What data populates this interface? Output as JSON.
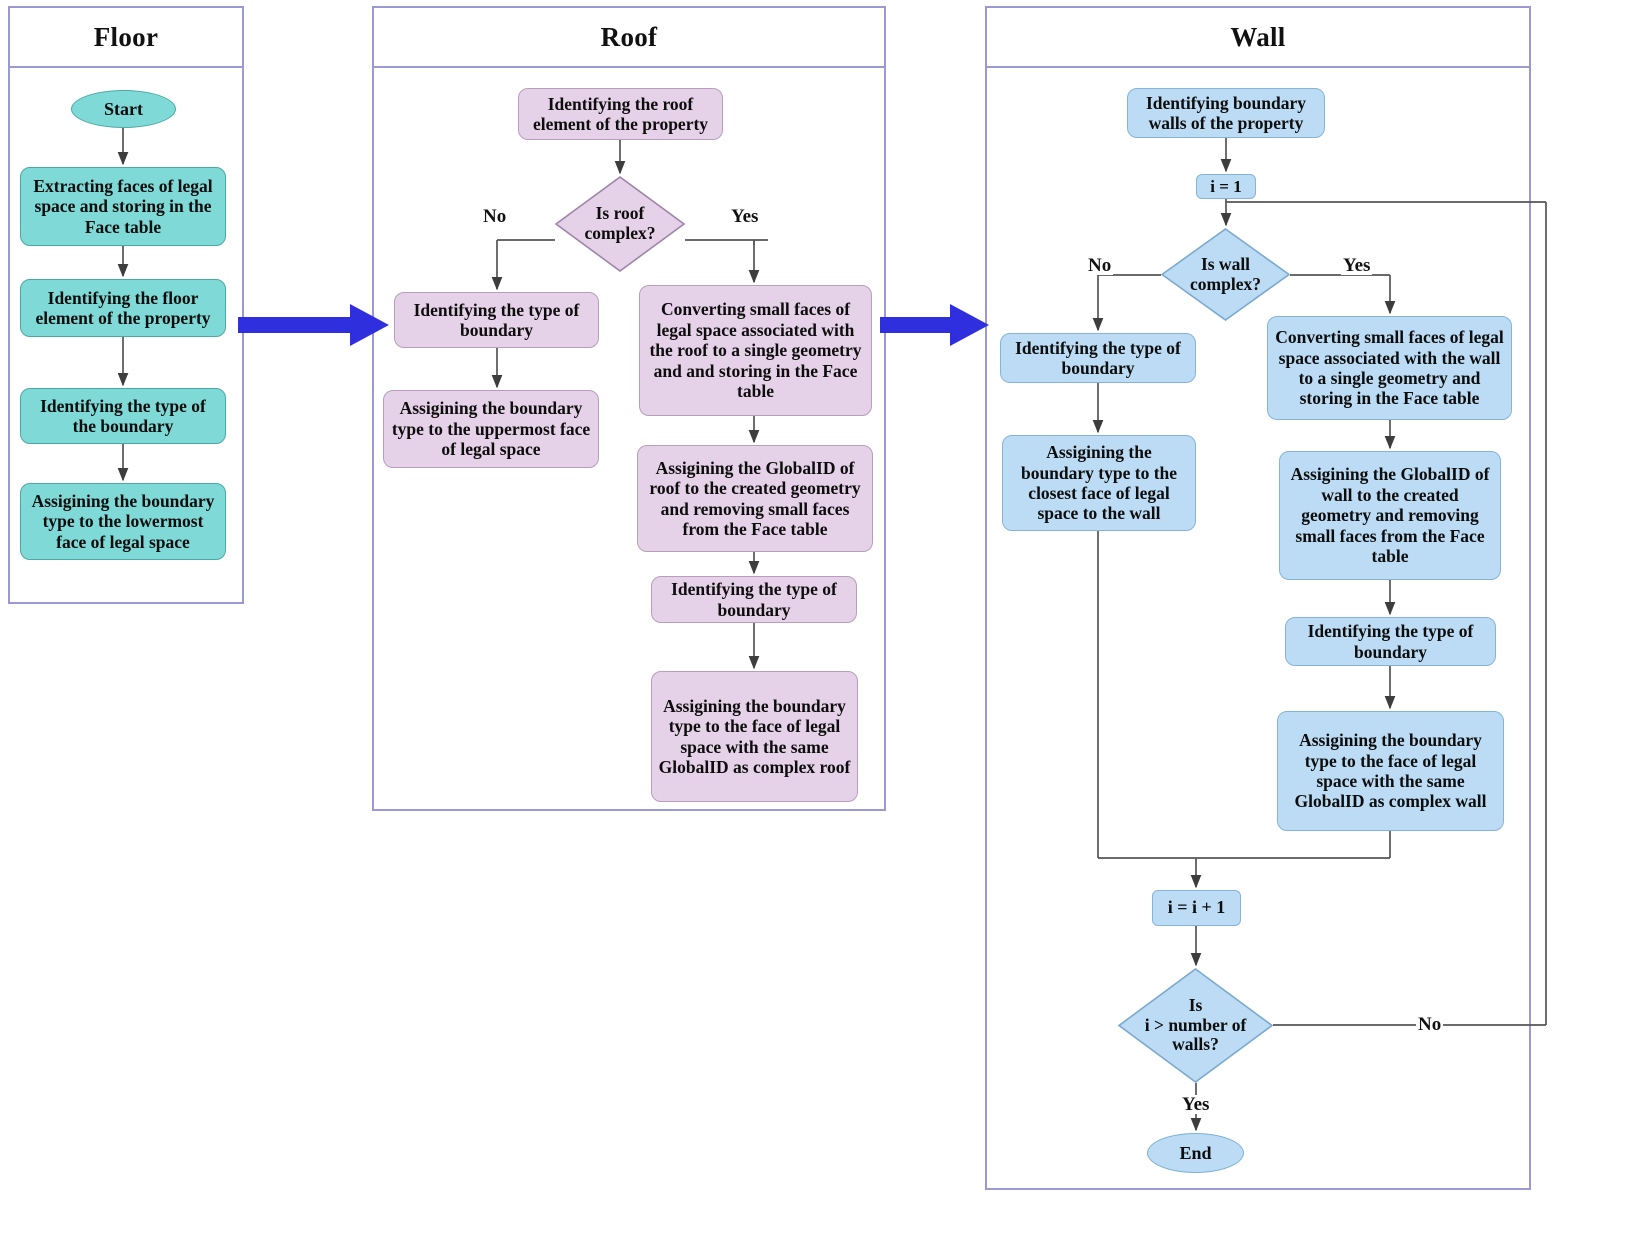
{
  "diagram": {
    "title_colors": {
      "floor_fill": "#7fd9d6",
      "roof_fill": "#e6d2e8",
      "wall_fill": "#bcdcf5",
      "panel_border": "#9a9ad0",
      "connector_arrow": "#2f2fdd",
      "edge_stroke": "#555555"
    }
  },
  "floor": {
    "title": "Floor",
    "start": "Start",
    "nodes": [
      "Extracting faces of legal space and storing in the Face table",
      "Identifying the floor element of the property",
      "Identifying the type of the boundary",
      "Assigining the boundary type to the lowermost face of legal space"
    ]
  },
  "roof": {
    "title": "Roof",
    "head": "Identifying the roof element of the property",
    "decision": "Is roof\ncomplex?",
    "branch_no_label": "No",
    "branch_yes_label": "Yes",
    "no_branch": [
      "Identifying the type of boundary",
      "Assigining the boundary type to the uppermost face of legal space"
    ],
    "yes_branch": [
      "Converting small faces of legal space associated with the roof to a single geometry and and storing in the Face table",
      "Assigining the GlobalID of roof to the created geometry and removing small faces from the Face table",
      "Identifying the type of boundary",
      "Assigining the boundary type to the face of legal space with the same GlobalID as complex roof"
    ]
  },
  "wall": {
    "title": "Wall",
    "head": "Identifying boundary walls of the property",
    "init": "i = 1",
    "decision": "Is wall\ncomplex?",
    "branch_no_label": "No",
    "branch_yes_label": "Yes",
    "no_branch": [
      "Identifying the type of boundary",
      "Assigining the boundary type to the closest face of legal space to the wall"
    ],
    "yes_branch": [
      "Converting small faces of legal space associated with the wall to a single geometry and storing in the Face table",
      "Assigining the GlobalID of wall to the created geometry and removing small faces from the Face table",
      "Identifying the type of boundary",
      "Assigining the boundary type to the face of legal space with the same GlobalID as complex wall"
    ],
    "increment": "i = i + 1",
    "loop_decision": "Is\ni > number of\nwalls?",
    "loop_no_label": "No",
    "loop_yes_label": "Yes",
    "end": "End"
  }
}
